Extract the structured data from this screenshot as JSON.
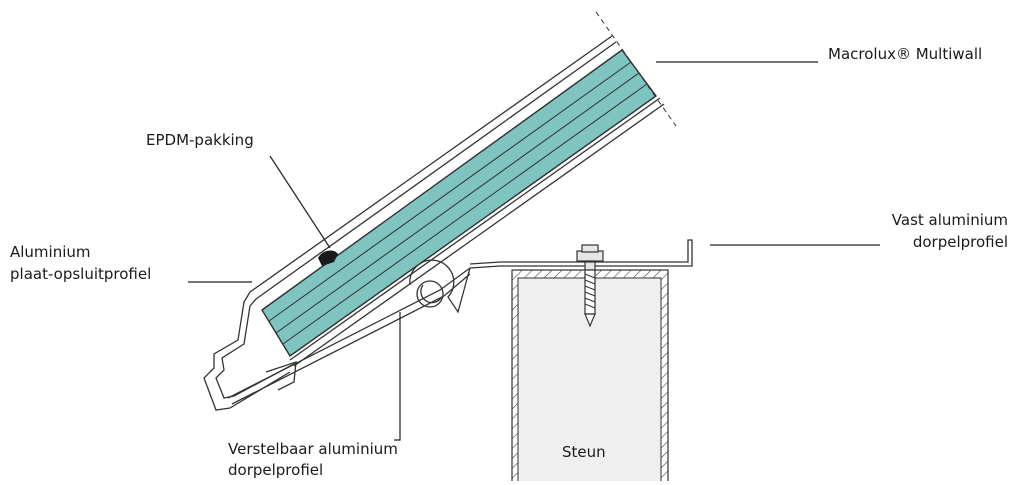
{
  "labels": {
    "multiwall": "Macrolux® Multiwall",
    "epdm": "EPDM-pakking",
    "clamp_line1": "Aluminium",
    "clamp_line2": "plaat-opsluitprofiel",
    "fixed_line1": "Vast aluminium",
    "fixed_line2": "dorpelprofiel",
    "adjustable_line1": "Verstelbaar aluminium",
    "adjustable_line2": "dorpelprofiel",
    "support": "Steun"
  },
  "colors": {
    "panel_fill": "#7fc4c0",
    "support_fill": "#efefef",
    "line": "#3a3a3a"
  }
}
